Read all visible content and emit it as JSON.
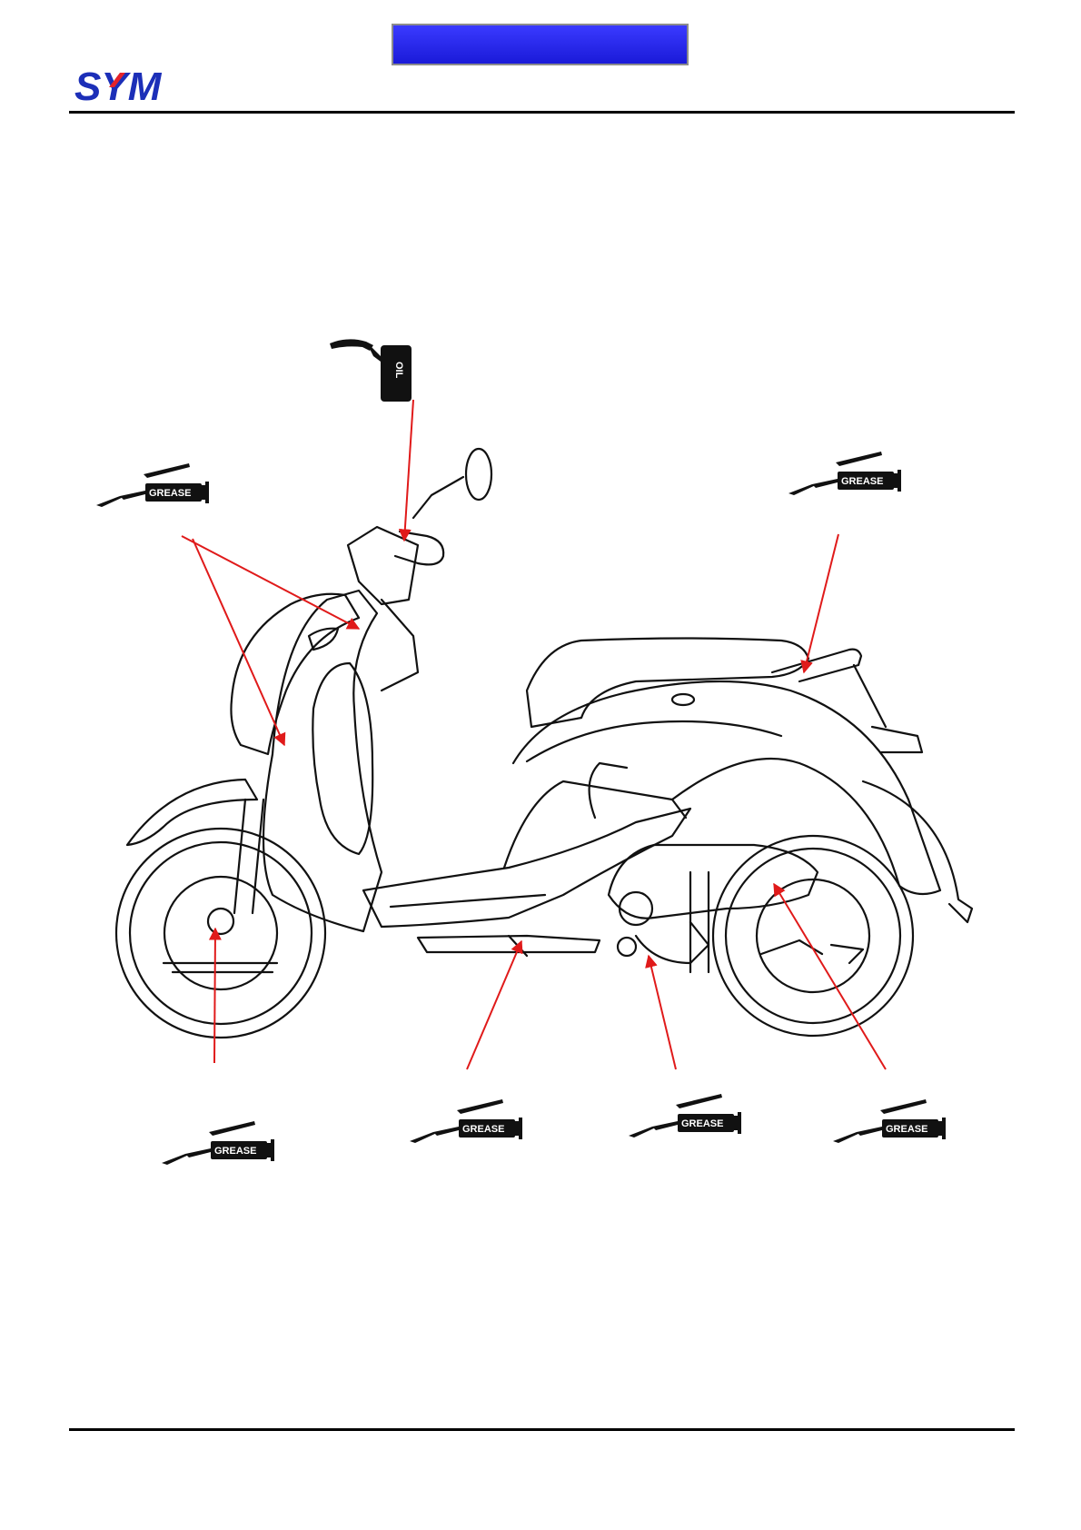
{
  "brand": {
    "logo_text": "SYM",
    "logo_color": "#1c2fb8",
    "logo_accent": "#e5232a"
  },
  "header": {
    "bar_color": "#2626f0",
    "title": ""
  },
  "callouts": {
    "oil": {
      "label": "OIL",
      "icon": "oil-can-icon"
    },
    "grease_front_body": {
      "label": "GREASE",
      "icon": "grease-gun-icon"
    },
    "grease_rear_carrier": {
      "label": "GREASE",
      "icon": "grease-gun-icon"
    },
    "grease_front_wheel": {
      "label": "GREASE",
      "icon": "grease-gun-icon"
    },
    "grease_center_stand": {
      "label": "GREASE",
      "icon": "grease-gun-icon"
    },
    "grease_side_stand": {
      "label": "GREASE",
      "icon": "grease-gun-icon"
    },
    "grease_rear_brake": {
      "label": "GREASE",
      "icon": "grease-gun-icon"
    }
  },
  "colors": {
    "leader_line": "#e01a1a",
    "outline": "#111111"
  }
}
